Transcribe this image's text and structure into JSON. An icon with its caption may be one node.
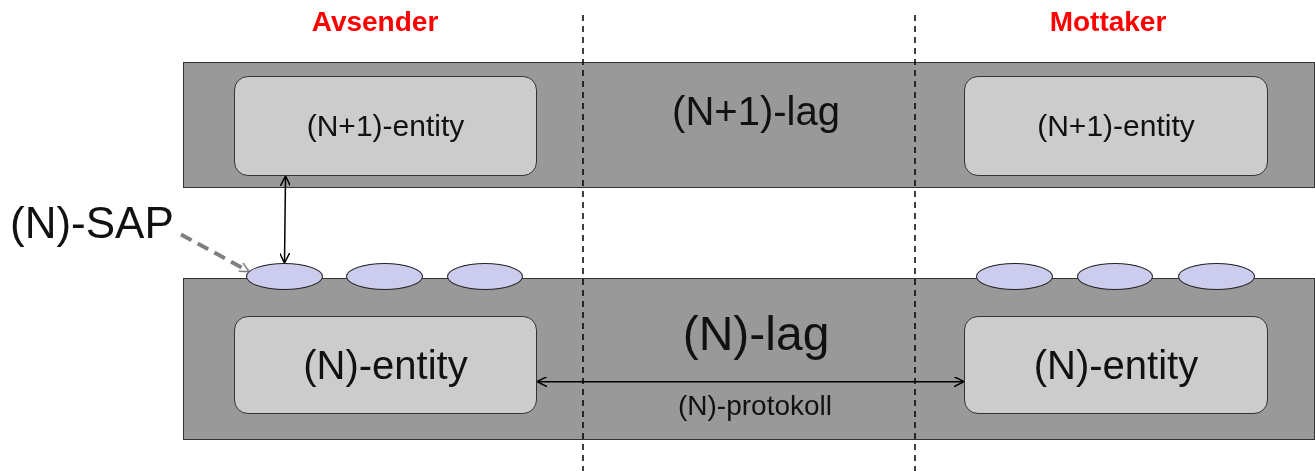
{
  "diagram": {
    "nodes": [
      {
        "text": [
          "(N+1)-lag"
        ]
      },
      {
        "text": [
          "(N+1)-entity"
        ],
        "in": 0
      },
      {
        "text": [
          "(N+1)-entity"
        ],
        "in": 0
      },
      {
        "text": [
          "(N)-lag"
        ]
      },
      {
        "text": [
          "(N)-entity"
        ],
        "in": 3
      },
      {
        "text": [
          "(N)-entity"
        ],
        "in": 3
      },
      {
        "text": [],
        "shape": "ellipse"
      },
      {
        "text": [],
        "shape": "ellipse"
      },
      {
        "text": [],
        "shape": "ellipse"
      },
      {
        "text": [],
        "shape": "ellipse"
      },
      {
        "text": [],
        "shape": "ellipse"
      },
      {
        "text": [],
        "shape": "ellipse"
      },
      {
        "text": [
          "(N)-SAP"
        ]
      }
    ],
    "edges": [
      {
        "from": 1,
        "to": 6,
        "arrow": "both"
      },
      {
        "from": 4,
        "to": 5,
        "arrow": "both",
        "label": "(N)-protokoll"
      },
      {
        "from": 12,
        "to": 6,
        "arrow": "to",
        "style": "dashed",
        "color": "#808080"
      }
    ],
    "labels": [
      "Avsender",
      "Mottaker"
    ]
  }
}
